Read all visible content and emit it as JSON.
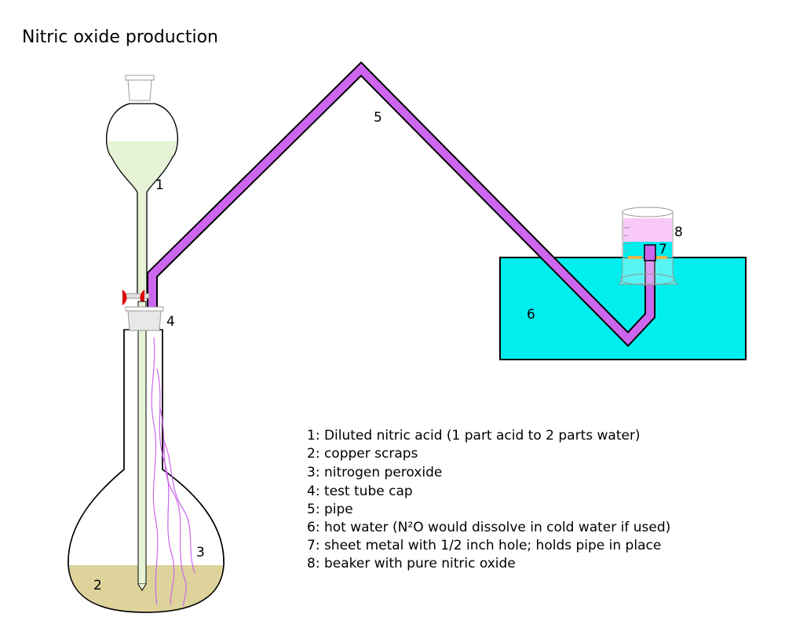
{
  "title": "Nitric oxide production",
  "callouts": {
    "funnel": "1",
    "copper": "2",
    "gas": "3",
    "cap": "4",
    "pipe": "5",
    "water": "6",
    "sheet": "7",
    "beaker": "8"
  },
  "legend": [
    "1: Diluted nitric acid (1 part acid to 2 parts water)",
    "2: copper scraps",
    "3: nitrogen peroxide",
    "4: test tube cap",
    "5: pipe",
    "6: hot water (N²O would dissolve in cold water if used)",
    "7: sheet metal with 1/2 inch hole; holds pipe in place",
    "8: beaker with pure nitric oxide"
  ],
  "colors": {
    "acid": "#e6f3d6",
    "copper_liquid": "#ddd39b",
    "pipe": "#cc66ee",
    "hot_water": "#00eeee",
    "beaker_gas": "#f8c8f8",
    "sheet_metal": "#e8b84a",
    "stopcock": "#dd0000"
  }
}
